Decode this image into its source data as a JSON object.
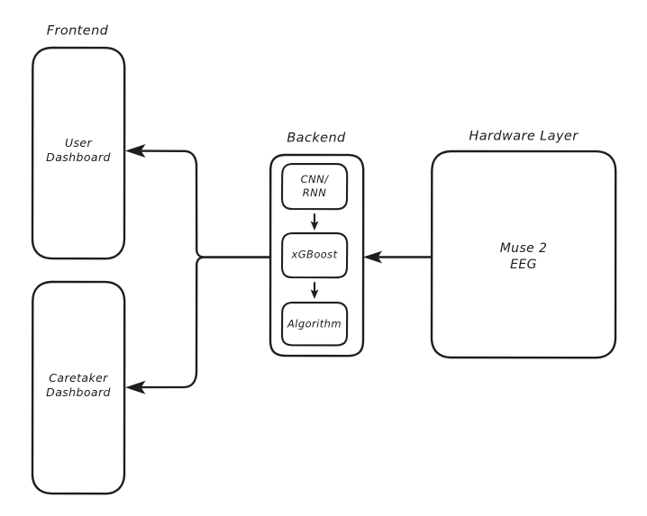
{
  "diagram": {
    "style": "hand-drawn-architecture",
    "background_color": "#ffffff",
    "stroke_color": "#1e1e1e",
    "groups": {
      "frontend": {
        "title": "Frontend",
        "boxes": [
          {
            "label": "User\nDashboard"
          },
          {
            "label": "Caretaker\nDashboard"
          }
        ]
      },
      "backend": {
        "title": "Backend",
        "boxes": [
          {
            "label": "CNN/\nRNN"
          },
          {
            "label": "xGBoost"
          },
          {
            "label": "Algorithm"
          }
        ]
      },
      "hardware": {
        "title": "Hardware Layer",
        "boxes": [
          {
            "label": "Muse 2\nEEG"
          }
        ]
      }
    },
    "connections": [
      {
        "from": "Muse 2 EEG",
        "to": "xGBoost",
        "direction": "left"
      },
      {
        "from": "CNN/RNN",
        "to": "xGBoost",
        "direction": "down"
      },
      {
        "from": "xGBoost",
        "to": "Algorithm",
        "direction": "down"
      },
      {
        "from": "Backend",
        "to": "User Dashboard",
        "direction": "left"
      },
      {
        "from": "Backend",
        "to": "Caretaker Dashboard",
        "direction": "left"
      }
    ]
  }
}
